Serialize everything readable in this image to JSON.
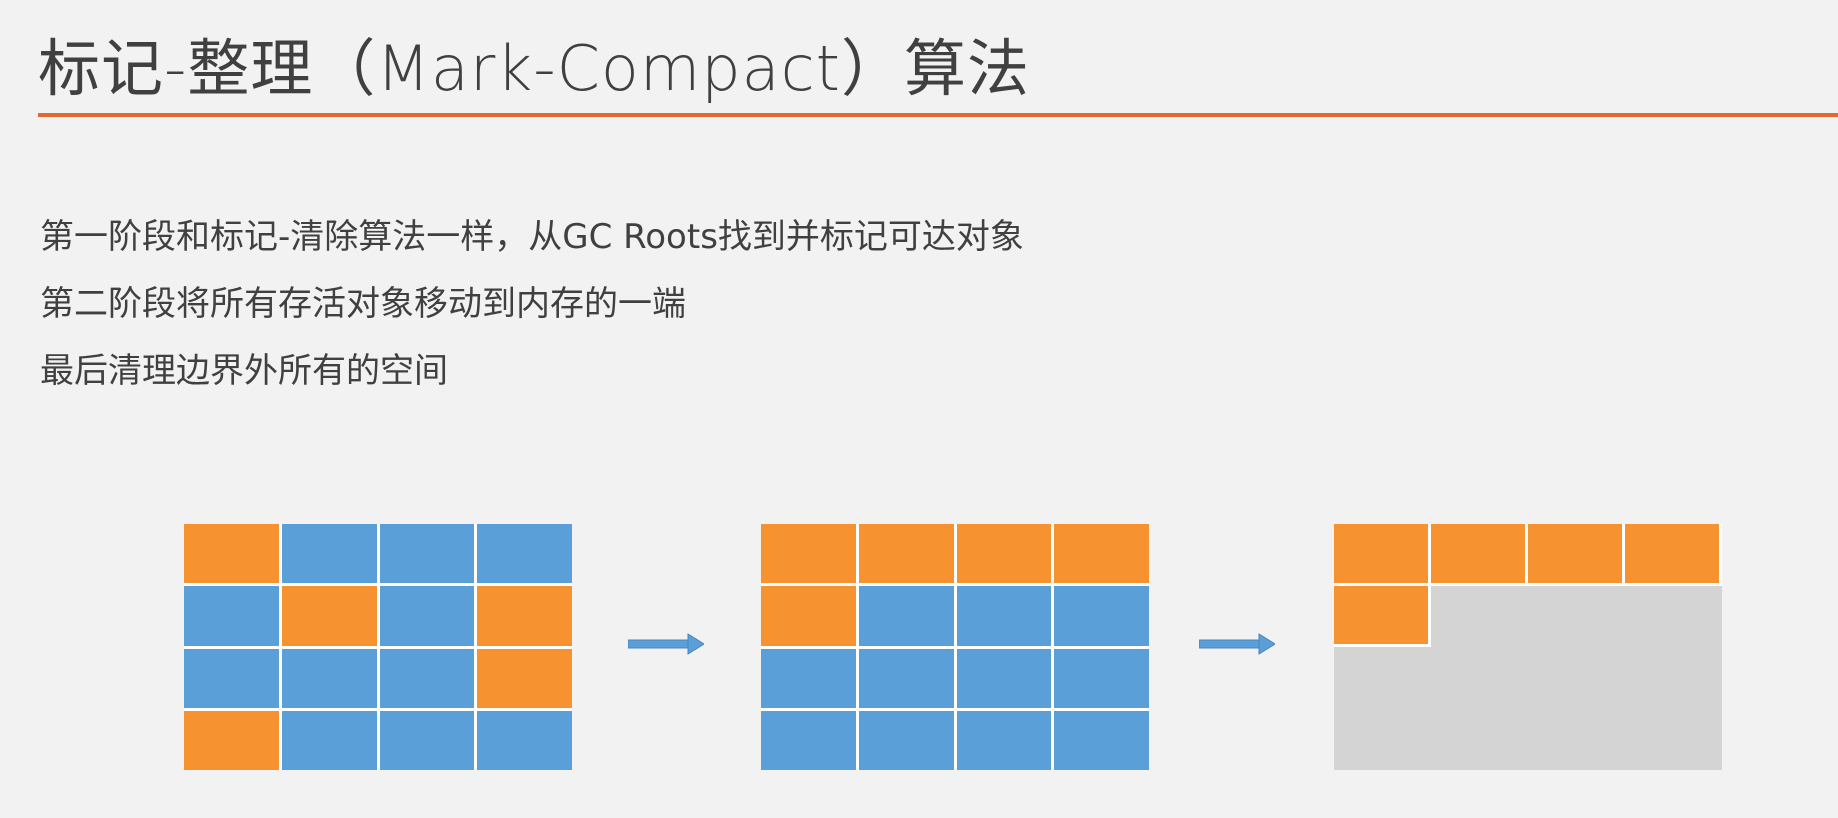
{
  "slide": {
    "title": "标记-整理（Mark-Compact）算法",
    "bullets": [
      "第一阶段和标记-清除算法一样，从GC Roots找到并标记可达对象",
      "第二阶段将所有存活对象移动到内存的一端",
      "最后清理边界外所有的空间"
    ]
  },
  "colors": {
    "accent_rule": "#e06a32",
    "live_object": "#f79231",
    "other_object": "#5b9fd9",
    "free_space": "#d4d4d4",
    "arrow": "#5b9fd9"
  },
  "diagram": {
    "grids": [
      {
        "name": "before",
        "cells": [
          [
            "live",
            "dead",
            "dead",
            "dead"
          ],
          [
            "dead",
            "live",
            "dead",
            "live"
          ],
          [
            "dead",
            "dead",
            "dead",
            "live"
          ],
          [
            "live",
            "dead",
            "dead",
            "dead"
          ]
        ]
      },
      {
        "name": "compacted",
        "cells": [
          [
            "live",
            "live",
            "live",
            "live"
          ],
          [
            "live",
            "dead",
            "dead",
            "dead"
          ],
          [
            "dead",
            "dead",
            "dead",
            "dead"
          ],
          [
            "dead",
            "dead",
            "dead",
            "dead"
          ]
        ]
      },
      {
        "name": "cleaned",
        "cells": [
          [
            "live",
            "live",
            "live",
            "live"
          ],
          [
            "live",
            "free",
            "free",
            "free"
          ],
          [
            "free",
            "free",
            "free",
            "free"
          ],
          [
            "free",
            "free",
            "free",
            "free"
          ]
        ]
      }
    ]
  }
}
